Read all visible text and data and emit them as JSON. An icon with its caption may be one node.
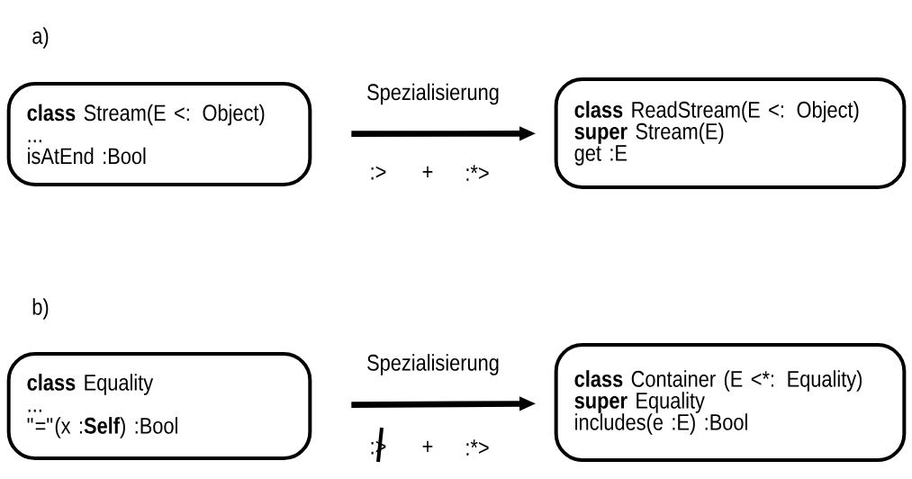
{
  "diagram": {
    "nodes": [
      {
        "text": [
          "**class** Stream(E <: Object)",
          "...",
          "isAtEnd :Bool"
        ]
      },
      {
        "text": [
          "**class** ReadStream(E <: Object)",
          "**super** Stream(E)",
          "get :E"
        ]
      },
      {
        "text": [
          "**class** Equality",
          "...",
          "\"=\"(x :**Self**) :Bool"
        ]
      },
      {
        "text": [
          "**class** Container (E <*: Equality)",
          "**super** Equality",
          "includes(e :E) :Bool"
        ]
      }
    ],
    "edges": [
      {
        "from": 0,
        "to": 1,
        "arrow": "to",
        "label": "Spezialisierung"
      },
      {
        "from": 2,
        "to": 3,
        "arrow": "to",
        "label": "Spezialisierung"
      }
    ],
    "labels": [
      "a)",
      ":>",
      "+",
      ":*>",
      "b)",
      ":>",
      "+",
      ":*>"
    ]
  }
}
